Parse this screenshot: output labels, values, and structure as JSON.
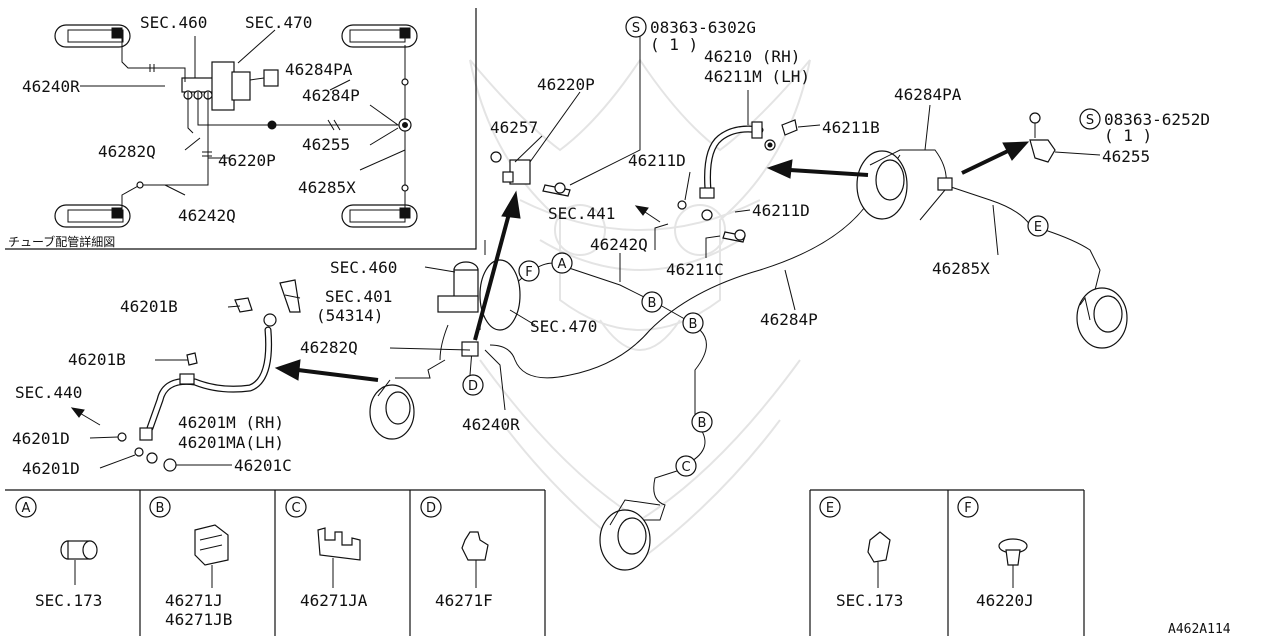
{
  "inset": {
    "caption": "チューブ配管詳細図",
    "labels": {
      "sec460": "SEC.460",
      "sec470": "SEC.470",
      "p46240R": "46240R",
      "p46284PA": "46284PA",
      "p46284P": "46284P",
      "p46255": "46255",
      "p46282Q": "46282Q",
      "p46220P": "46220P",
      "p46285X": "46285X",
      "p46242Q": "46242Q"
    }
  },
  "main": {
    "labels": {
      "bolt1_code": "08363-6302G",
      "bolt1_qty": "( 1 )",
      "p46210": "46210  (RH)",
      "p46211M": "46211M (LH)",
      "p46220P": "46220P",
      "p46257": "46257",
      "p46211B": "46211B",
      "p46284PA": "46284PA",
      "bolt2_code": "08363-6252D",
      "bolt2_qty": "( 1 )",
      "p46255": "46255",
      "p46211D_a": "46211D",
      "sec441": "SEC.441",
      "p46211D_b": "46211D",
      "p46242Q": "46242Q",
      "p46211C": "46211C",
      "p46285X": "46285X",
      "sec460": "SEC.460",
      "sec401": "SEC.401",
      "sec401_sub": "(54314)",
      "p46201B_a": "46201B",
      "sec470": "SEC.470",
      "p46284P": "46284P",
      "p46282Q": "46282Q",
      "p46201B_b": "46201B",
      "sec440": "SEC.440",
      "p46201M": "46201M  (RH)",
      "p46201MA": "46201MA(LH)",
      "p46201D_a": "46201D",
      "p46240R": "46240R",
      "p46201D_b": "46201D",
      "p46201C": "46201C"
    },
    "callouts": {
      "A": "A",
      "B": "B",
      "C": "C",
      "D": "D",
      "E": "E",
      "F": "F"
    }
  },
  "detail_boxes": [
    {
      "letter": "A",
      "lines": [
        "SEC.173"
      ]
    },
    {
      "letter": "B",
      "lines": [
        "46271J",
        "46271JB"
      ]
    },
    {
      "letter": "C",
      "lines": [
        "46271JA"
      ]
    },
    {
      "letter": "D",
      "lines": [
        "46271F"
      ]
    },
    {
      "letter": "E",
      "lines": [
        "SEC.173"
      ]
    },
    {
      "letter": "F",
      "lines": [
        "46220J"
      ]
    }
  ],
  "diagram_id": "A462A114"
}
